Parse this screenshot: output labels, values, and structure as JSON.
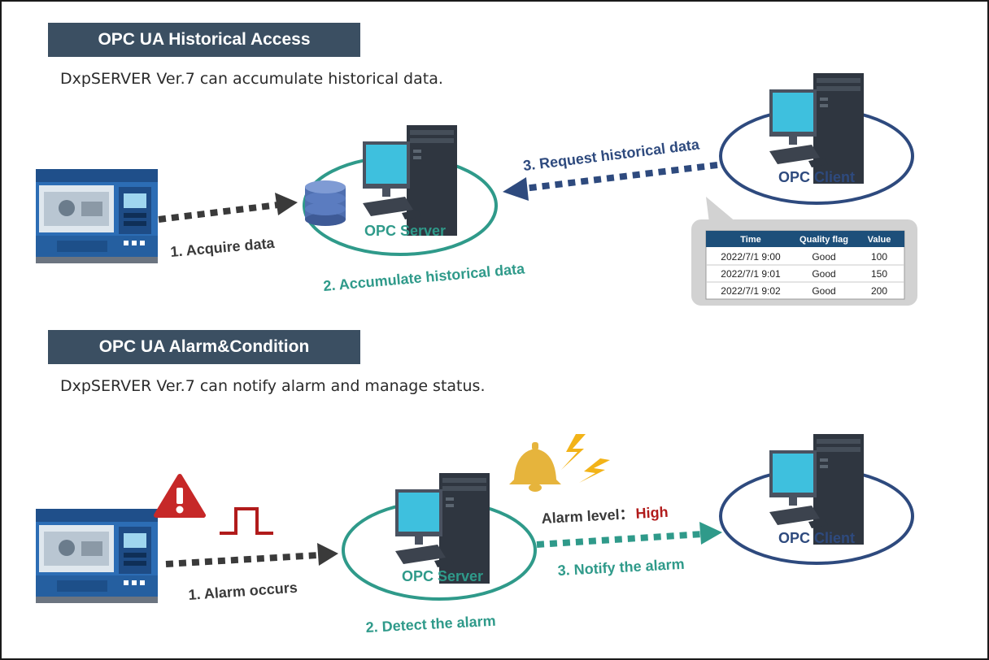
{
  "section1": {
    "header": "OPC UA Historical Access",
    "subtitle": "DxpSERVER Ver.7 can accumulate historical data.",
    "server_label": "OPC Server",
    "client_label": "OPC Client",
    "step1": "1. Acquire data",
    "step2": "2. Accumulate historical data",
    "step3": "3. Request historical data",
    "table": {
      "headers": [
        "Time",
        "Quality flag",
        "Value"
      ],
      "rows": [
        [
          "2022/7/1 9:00",
          "Good",
          "100"
        ],
        [
          "2022/7/1 9:01",
          "Good",
          "150"
        ],
        [
          "2022/7/1 9:02",
          "Good",
          "200"
        ]
      ]
    }
  },
  "section2": {
    "header": "OPC UA Alarm&Condition",
    "subtitle": "DxpSERVER Ver.7 can notify alarm and manage status.",
    "server_label": "OPC Server",
    "client_label": "OPC Client",
    "step1": "1. Alarm occurs",
    "step2": "2. Detect the alarm",
    "step3": "3. Notify the alarm",
    "alarm_level_label": "Alarm level：",
    "alarm_level_value": "High"
  },
  "colors": {
    "header_bg": "#3b4f62",
    "teal": "#2f9a8a",
    "navy": "#2e4a7e",
    "dark_arrow": "#3a3a3a",
    "alarm_red": "#b11b1b",
    "bell_gold": "#e6b43c"
  },
  "icons": [
    "machine-icon",
    "database-icon",
    "computer-icon",
    "warning-icon",
    "pulse-icon",
    "bell-icon",
    "lightning-icon"
  ]
}
